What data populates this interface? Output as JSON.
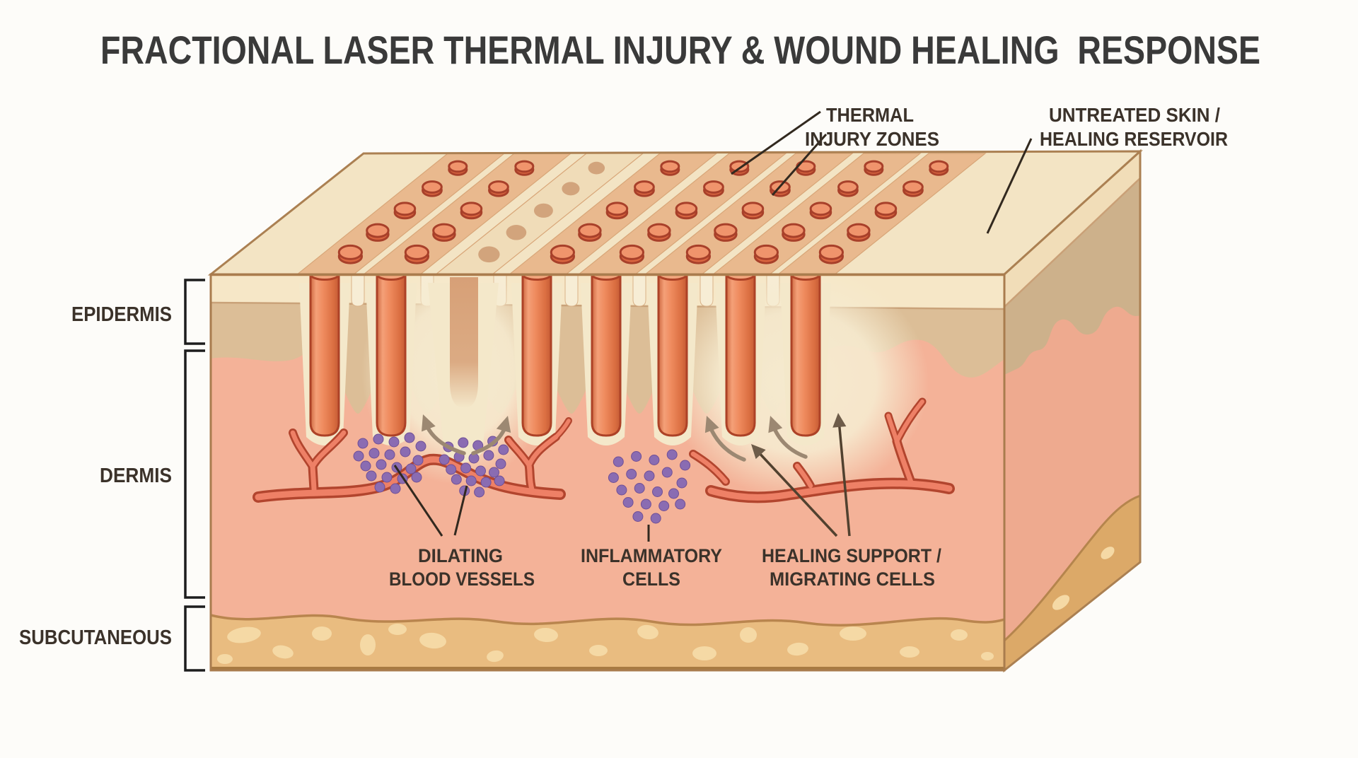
{
  "title": "FRACTIONAL LASER THERMAL INJURY & WOUND HEALING  RESPONSE",
  "layer_labels": {
    "epidermis": "EPIDERMIS",
    "dermis": "DERMIS",
    "subcutaneous": "SUBCUTANEOUS"
  },
  "annotations": {
    "thermal_injury_zones": {
      "line1": "THERMAL",
      "line2": "INJURY ZONES"
    },
    "untreated_skin": {
      "line1": "UNTREATED SKIN /",
      "line2": "HEALING RESERVOIR"
    },
    "dilating_blood_vessels": {
      "line1": "DILATING",
      "line2": "BLOOD VESSELS"
    },
    "inflammatory_cells": {
      "line1": "INFLAMMATORY",
      "line2": "CELLS"
    },
    "healing_support": {
      "line1": "HEALING SUPPORT /",
      "line2": "MIGRATING CELLS"
    }
  },
  "colors": {
    "background": "#fdfcf9",
    "title_text": "#3a3a3a",
    "label_text": "#3b322a",
    "stratum_cream": "#f6e7c7",
    "epidermis_front": "#dcbe97",
    "dermis_front": "#f4b298",
    "subcutaneous_gold": "#e9bc80",
    "fat_blob": "#f5d9a5",
    "top_stripe_tan": "#e9b98e",
    "top_groove_cream": "#f3e4c4",
    "column_orange": "#ea8156",
    "column_outline": "#ad4227",
    "faded_column": "#d7a077",
    "coagulation_halo": "#f4e8ca",
    "vessel_red": "#ee8066",
    "vessel_outline": "#b2452e",
    "cell_purple": "#8a6cb2",
    "arrow_tan": "#9c8872",
    "arrow_dark": "#5b4a3b"
  }
}
